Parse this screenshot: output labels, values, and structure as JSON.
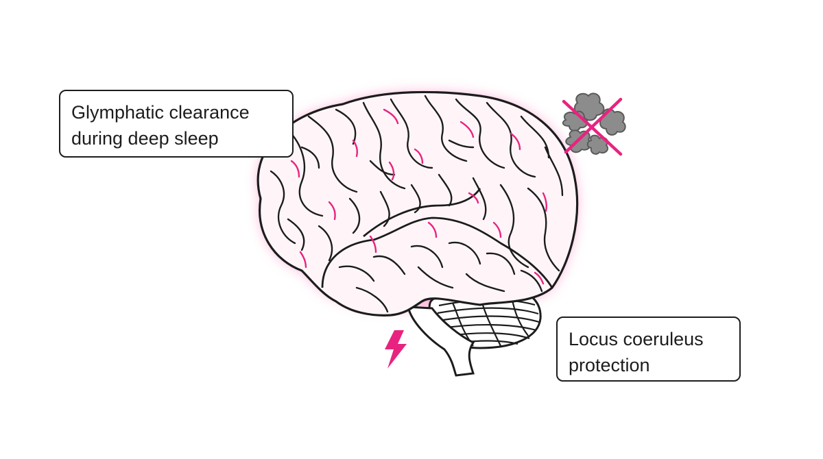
{
  "labels": {
    "glymphatic": {
      "line1": "Glymphatic clearance",
      "line2": "during deep sleep"
    },
    "locus": {
      "line1": "Locus coeruleus",
      "line2": "protection"
    }
  },
  "icons": {
    "brain": "brain-icon",
    "blocked_debris": "crossed-out-debris-icon",
    "bolt": "lightning-bolt-icon"
  },
  "colors": {
    "accent": "#e8237f",
    "glow": "#ffb3d6",
    "outline": "#1c1c1c",
    "debris": "#8c8c8c"
  }
}
